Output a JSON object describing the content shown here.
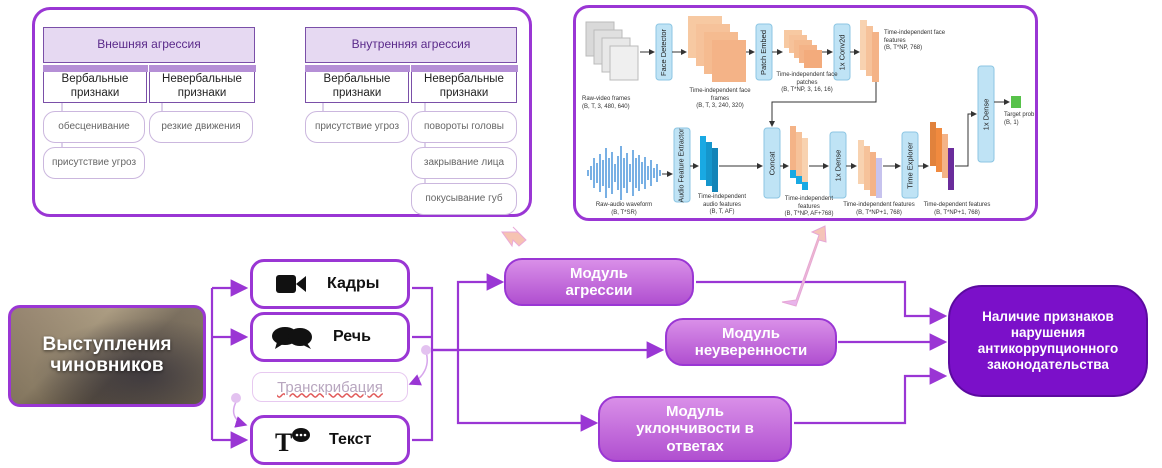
{
  "taxonomy": {
    "external": {
      "title": "Внешняя агрессия",
      "verbal": {
        "label": "Вербальные признаки",
        "items": [
          "обесценивание",
          "присутствие угроз"
        ]
      },
      "nonverbal": {
        "label": "Невербальные признаки",
        "items": [
          "резкие движения"
        ]
      }
    },
    "internal": {
      "title": "Внутренняя агрессия",
      "verbal": {
        "label": "Вербальные признаки",
        "items": [
          "присутствие угроз"
        ]
      },
      "nonverbal": {
        "label": "Невербальные признаки",
        "items": [
          "повороты головы",
          "закрывание лица",
          "покусывание губ"
        ]
      }
    }
  },
  "architecture": {
    "raw_video": {
      "label": "Raw-video frames",
      "shape": "(B, T, 3, 480, 640)"
    },
    "face_detector": "Face Detector",
    "face_frames": {
      "label": "Time-independent face frames",
      "shape": "(B, T, 3, 240, 320)"
    },
    "patch_embed": "Patch Embed",
    "face_patches": {
      "label": "Time-independent face patches",
      "shape": "(B, T*NP, 3, 16, 16)"
    },
    "conv2d": "1x Conv2d",
    "face_features": {
      "label": "Time-independent face features",
      "shape": "(B, T*NP, 768)"
    },
    "dense_top": "1x Dense",
    "target": {
      "label": "Target prob",
      "shape": "(B, 1)"
    },
    "raw_audio": {
      "label": "Raw-audio waveform",
      "shape": "(B, T*SR)"
    },
    "audio_extractor": "Audio Feature Extractor",
    "audio_features": {
      "label": "Time-independent audio features",
      "shape": "(B, T, AF)"
    },
    "concat": "Concat",
    "concat_features": {
      "label": "Time-independent features",
      "shape": "(B, T*NP, AF+768)"
    },
    "dense_mid": "1x Dense",
    "ti_features": {
      "label": "Time-independent features",
      "shape": "(B, T*NP+1, 768)"
    },
    "time_explorer": "Time Explorer",
    "td_features": {
      "label": "Time-dependent features",
      "shape": "(B, T*NP+1, 768)"
    }
  },
  "pipeline": {
    "source": "Выступления чиновников",
    "inputs": {
      "frames": "Кадры",
      "speech": "Речь",
      "transcription": "Транскрибация",
      "text": "Текст"
    },
    "modules": {
      "aggression": "Модуль агрессии",
      "uncertainty": "Модуль неуверенности",
      "evasiveness": "Модуль уклончивости в ответах"
    },
    "result": "Наличие признаков нарушения антикоррупционного законодательства"
  },
  "colors": {
    "accent": "#9a36d4",
    "module_fill": "#c062dc",
    "result_fill": "#7b10c9",
    "peach": "#f5b98c",
    "blue": "#bfe3f5",
    "cyan": "#19a9e3"
  }
}
